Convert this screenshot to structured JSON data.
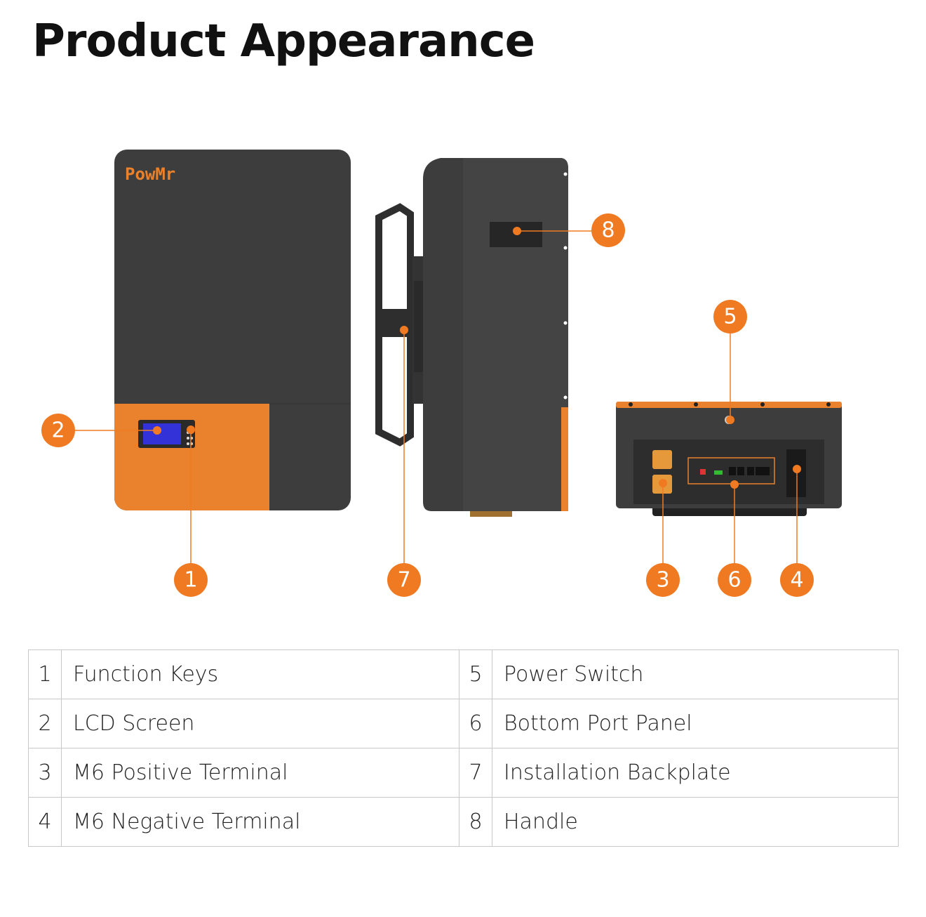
{
  "title": "Product Appearance",
  "brand_logo": "PowMr",
  "colors": {
    "accent": "#f07a22",
    "body": "#3c3d3c",
    "panel_orange": "#e9812d"
  },
  "callouts": [
    "1",
    "2",
    "3",
    "4",
    "5",
    "6",
    "7",
    "8"
  ],
  "table": {
    "rows": [
      {
        "left_num": "1",
        "left_label": "Function Keys",
        "right_num": "5",
        "right_label": "Power Switch"
      },
      {
        "left_num": "2",
        "left_label": "LCD Screen",
        "right_num": "6",
        "right_label": "Bottom Port Panel"
      },
      {
        "left_num": "3",
        "left_label": "M6 Positive Terminal",
        "right_num": "7",
        "right_label": "Installation Backplate"
      },
      {
        "left_num": "4",
        "left_label": "M6 Negative Terminal",
        "right_num": "8",
        "right_label": "Handle"
      }
    ]
  }
}
